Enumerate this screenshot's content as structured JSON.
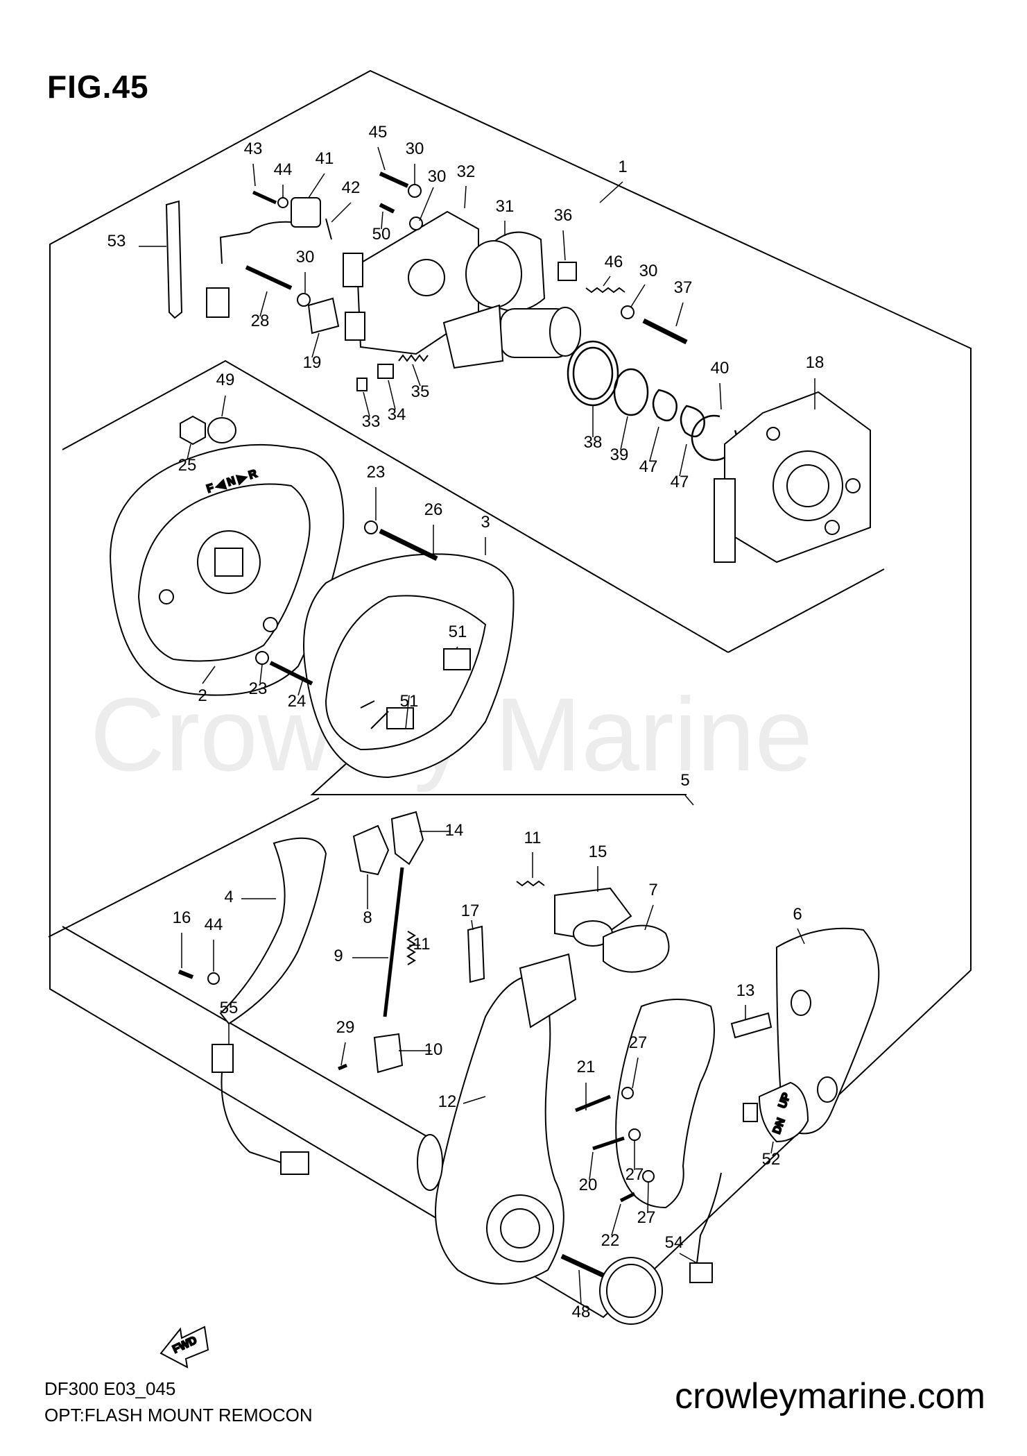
{
  "figure": {
    "title": "FIG.45",
    "model_code": "DF300 E03_045",
    "section_name": "OPT:FLASH MOUNT REMOCON",
    "site_url": "crowleymarine.com",
    "watermark": "Crowley Marine",
    "fwd_label": "FWD",
    "shift_marks": "F ◀ N ▶ R",
    "switch_up": "UP",
    "switch_dn": "DN"
  },
  "callouts": [
    {
      "id": "c1",
      "text": "1"
    },
    {
      "id": "c2",
      "text": "2"
    },
    {
      "id": "c3",
      "text": "3"
    },
    {
      "id": "c4",
      "text": "4"
    },
    {
      "id": "c5",
      "text": "5"
    },
    {
      "id": "c6",
      "text": "6"
    },
    {
      "id": "c7",
      "text": "7"
    },
    {
      "id": "c8",
      "text": "8"
    },
    {
      "id": "c9",
      "text": "9"
    },
    {
      "id": "c10",
      "text": "10"
    },
    {
      "id": "c11a",
      "text": "11"
    },
    {
      "id": "c11b",
      "text": "11"
    },
    {
      "id": "c12",
      "text": "12"
    },
    {
      "id": "c13",
      "text": "13"
    },
    {
      "id": "c14",
      "text": "14"
    },
    {
      "id": "c15",
      "text": "15"
    },
    {
      "id": "c16",
      "text": "16"
    },
    {
      "id": "c17",
      "text": "17"
    },
    {
      "id": "c18",
      "text": "18"
    },
    {
      "id": "c19",
      "text": "19"
    },
    {
      "id": "c20",
      "text": "20"
    },
    {
      "id": "c21",
      "text": "21"
    },
    {
      "id": "c22",
      "text": "22"
    },
    {
      "id": "c23a",
      "text": "23"
    },
    {
      "id": "c23b",
      "text": "23"
    },
    {
      "id": "c24",
      "text": "24"
    },
    {
      "id": "c25",
      "text": "25"
    },
    {
      "id": "c26",
      "text": "26"
    },
    {
      "id": "c27a",
      "text": "27"
    },
    {
      "id": "c27b",
      "text": "27"
    },
    {
      "id": "c27c",
      "text": "27"
    },
    {
      "id": "c28",
      "text": "28"
    },
    {
      "id": "c29",
      "text": "29"
    },
    {
      "id": "c30a",
      "text": "30"
    },
    {
      "id": "c30b",
      "text": "30"
    },
    {
      "id": "c30c",
      "text": "30"
    },
    {
      "id": "c30d",
      "text": "30"
    },
    {
      "id": "c31",
      "text": "31"
    },
    {
      "id": "c32",
      "text": "32"
    },
    {
      "id": "c33",
      "text": "33"
    },
    {
      "id": "c34",
      "text": "34"
    },
    {
      "id": "c35",
      "text": "35"
    },
    {
      "id": "c36",
      "text": "36"
    },
    {
      "id": "c37",
      "text": "37"
    },
    {
      "id": "c38",
      "text": "38"
    },
    {
      "id": "c39",
      "text": "39"
    },
    {
      "id": "c40",
      "text": "40"
    },
    {
      "id": "c41",
      "text": "41"
    },
    {
      "id": "c42",
      "text": "42"
    },
    {
      "id": "c43",
      "text": "43"
    },
    {
      "id": "c44a",
      "text": "44"
    },
    {
      "id": "c44b",
      "text": "44"
    },
    {
      "id": "c45",
      "text": "45"
    },
    {
      "id": "c46",
      "text": "46"
    },
    {
      "id": "c47a",
      "text": "47"
    },
    {
      "id": "c47b",
      "text": "47"
    },
    {
      "id": "c48",
      "text": "48"
    },
    {
      "id": "c49",
      "text": "49"
    },
    {
      "id": "c50",
      "text": "50"
    },
    {
      "id": "c51a",
      "text": "51"
    },
    {
      "id": "c51b",
      "text": "51"
    },
    {
      "id": "c52",
      "text": "52"
    },
    {
      "id": "c53",
      "text": "53"
    },
    {
      "id": "c54",
      "text": "54"
    },
    {
      "id": "c55",
      "text": "55"
    }
  ]
}
